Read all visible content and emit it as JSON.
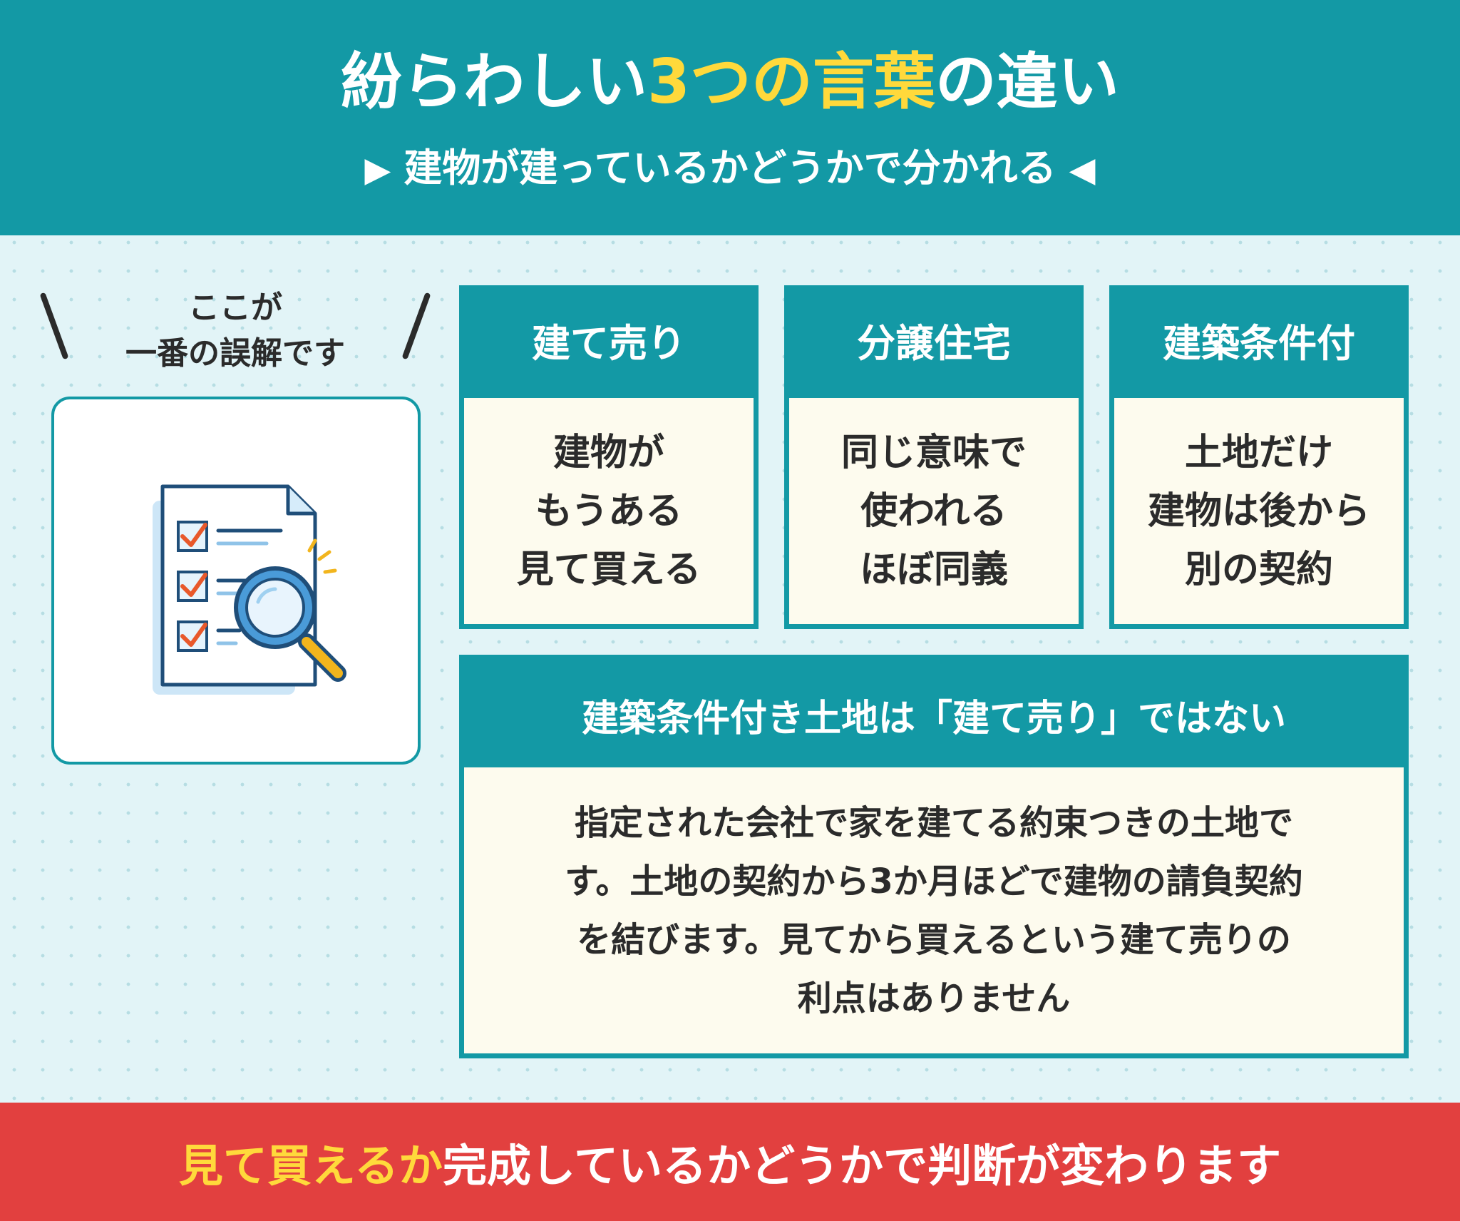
{
  "header": {
    "title_pre": "紛らわしい",
    "title_highlight": "3つの言葉",
    "title_post": "の違い",
    "subtitle": "建物が建っているかどうかで分かれる",
    "subtitle_left_marker": "▶",
    "subtitle_right_marker": "◀"
  },
  "callout": {
    "line1": "ここが",
    "line2": "一番の誤解です"
  },
  "illustration": {
    "icon": "document-checklist-magnifier-icon",
    "colors": {
      "outline": "#1f4e79",
      "check": "#e8582b",
      "lens": "#f2b51d",
      "paper_shadow": "#cde6f7"
    }
  },
  "cards": [
    {
      "title": "建て売り",
      "lines": [
        "建物が",
        "もうある",
        "見て買える"
      ]
    },
    {
      "title": "分譲住宅",
      "lines": [
        "同じ意味で",
        "使われる",
        "ほぼ同義"
      ]
    },
    {
      "title": "建築条件付",
      "lines": [
        "土地だけ",
        "建物は後から",
        "別の契約"
      ]
    }
  ],
  "note": {
    "title": "建築条件付き土地は「建て売り」ではない",
    "lines": [
      "指定された会社で家を建てる約束つきの土地で",
      "す。土地の契約から3か月ほどで建物の請負契約",
      "を結びます。見てから買えるという建て売りの",
      "利点はありません"
    ]
  },
  "footer": {
    "highlight": "見て買えるか",
    "rest": "完成しているかどうかで判断が変わります"
  },
  "colors": {
    "teal": "#1399a5",
    "yellow": "#ffd93b",
    "red": "#e2403f",
    "card_bg": "#fdfbee",
    "page_bg": "#e2f4f7"
  }
}
